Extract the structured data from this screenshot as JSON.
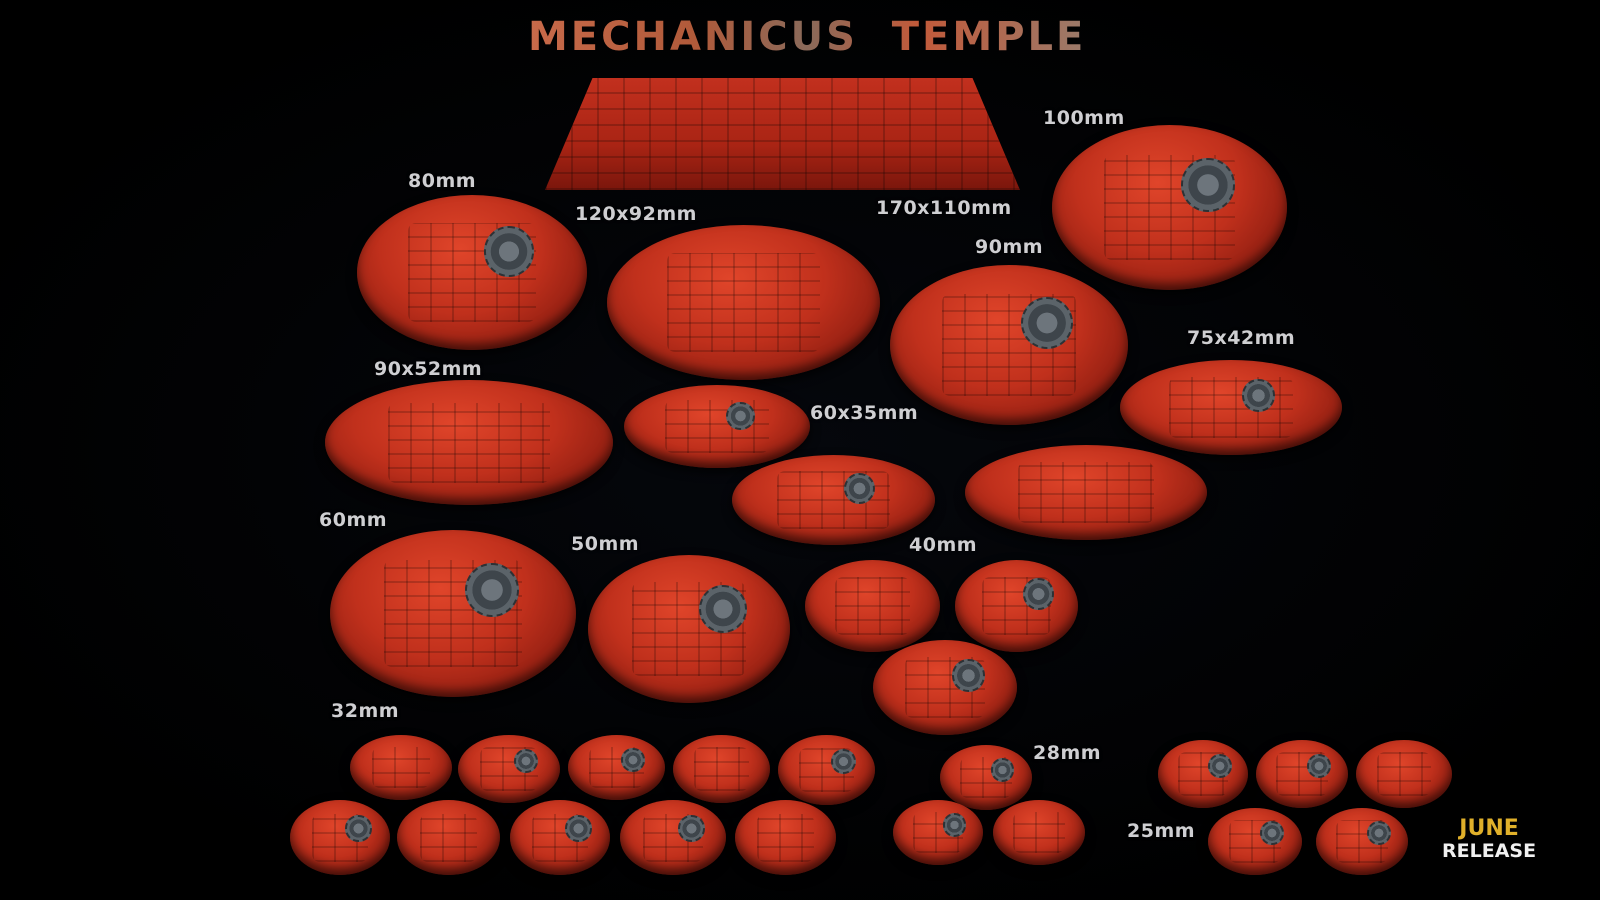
{
  "title": "MECHANICUS  TEMPLE",
  "labels": {
    "s170x110": "170x110mm",
    "s100": "100mm",
    "s80": "80mm",
    "s120x92": "120x92mm",
    "s90": "90mm",
    "s75x42": "75x42mm",
    "s90x52": "90x52mm",
    "s60x35": "60x35mm",
    "s60": "60mm",
    "s50": "50mm",
    "s40": "40mm",
    "s32": "32mm",
    "s28": "28mm",
    "s25": "25mm"
  },
  "release": {
    "line1": "JUNE",
    "line2": "RELEASE"
  },
  "colors": {
    "base_red": "#c0301c",
    "metal": "#5b6369",
    "release_gold": "#e0b02a"
  }
}
